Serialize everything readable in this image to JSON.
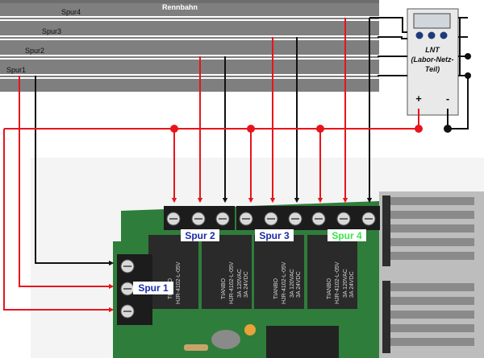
{
  "track": {
    "title": "Rennbahn",
    "lanes": [
      "Spur4",
      "Spur3",
      "Spur2",
      "Spur1"
    ]
  },
  "psu": {
    "label_line1": "LNT",
    "label_line2": "(Labor-Netz-",
    "label_line3": "Teil)",
    "plus": "+",
    "minus": "-"
  },
  "board": {
    "terminal_labels": [
      "Spur 1",
      "Spur 2",
      "Spur 3",
      "Spur 4"
    ],
    "relay_brand": "TIANBO",
    "relay_model": "HJR-4102-L-05V",
    "relay_rating_1": "3A 120VAC",
    "relay_rating_2": "3A 24VDC"
  },
  "colors": {
    "track": "#7f7f7f",
    "red_wire": "#e8141c",
    "black_wire": "#111111",
    "pcb": "#2f7d3b",
    "relay": "#2a2a2a",
    "spur4_badge": "#36e84a",
    "spur_badge": "#1b2aa6"
  }
}
